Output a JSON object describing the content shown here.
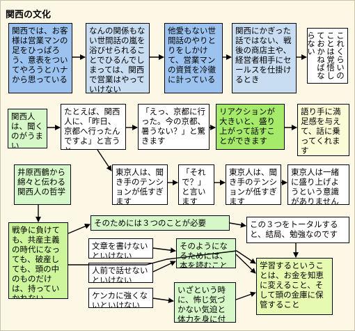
{
  "title": "関西の文化",
  "boxes": {
    "b1": "関西では、お客様は営業マンの足をひっぱろう、意表をついてやろうとハナから思っている",
    "b2": "なんの関係もない世間話の嵐を浴びせられることでひるんでしまっては、関西で営業はやっていけない",
    "b3": "他愛もない世間話のやりとりをしかけて、営業マンの資質を冷徹に計っている",
    "b4": "関西にかぎった話ではない、戦後の商店主や、経営者相手にセールスを仕掛けるとき",
    "b5": "これくらいのことは覚悟しておかねばならない",
    "r1": "関西人は、聞くのがうまい",
    "r2": "たとえば、関西人に、「昨日、京都へ行ったんですよ」と言うと",
    "r3": "「えっ、京都に行った。今の京都、暑うない？」と驚きます",
    "r4": "リアクションが大きいと、盛り上がって話すことができます",
    "r5": "語り手に満足感を与えて、話に乗ってくれます",
    "t1": "東京人は、聞き手のテンションが低すぎます",
    "t2": "「それで？」と言います",
    "t3": "東京人は、聞き手のテンションが低すぎます",
    "t4": "東京人は一緒に盛り上げようという意識がありません",
    "ihara": "井原西鶴から綿々と伝わる関西人の哲学",
    "war": "戦争に負けても、共産主義の時代になっても、破産しても、頭の中のものだけは、持っていかれない",
    "need": "そのためには３つのことが必要",
    "total": "この３つをトータルすると、結局、勉強なのです",
    "c1": "文章を書けないといけない",
    "c2": "人前で話せないといけない",
    "c3": "ケンカに強くないといけない",
    "m1": "そのようになるためには、本を読むこと",
    "m2": "いざという時に、怖じ気づかない気迫と体力を身に付けること",
    "learn": "学習するということは、お金を知恵に変えること、そして頭の金庫に保管すること"
  },
  "colors": {
    "blue": "#9cc3f0",
    "sky": "#c8ddf2",
    "lgreen": "#d6f7c7",
    "green": "#a6ea6a",
    "cream": "#fbfbd8",
    "lime": "#ccf59c",
    "ylime": "#e6fbb1",
    "background": "#fdf7e6"
  }
}
